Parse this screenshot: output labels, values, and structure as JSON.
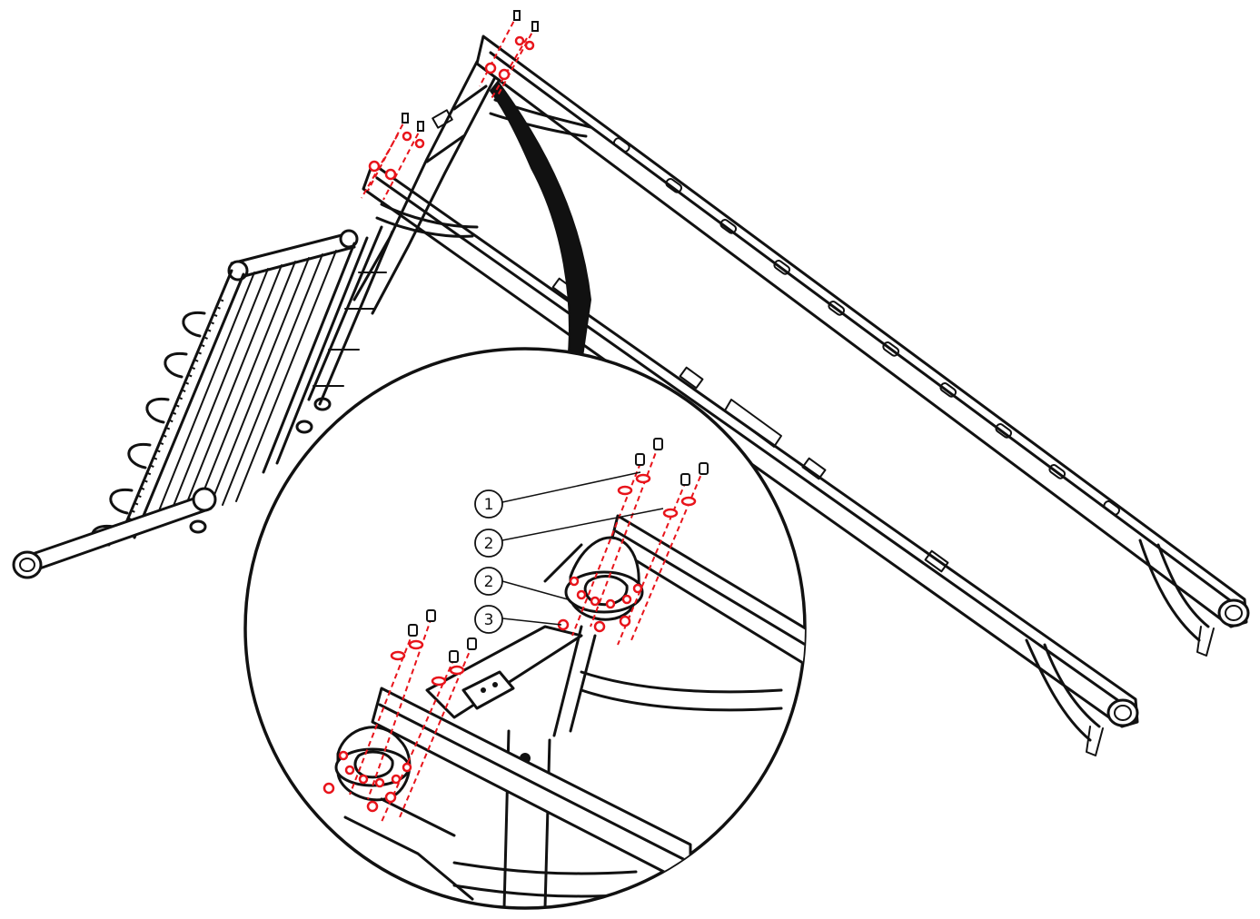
{
  "callouts": [
    {
      "id": "1",
      "label": "1"
    },
    {
      "id": "2a",
      "label": "2"
    },
    {
      "id": "2b",
      "label": "2"
    },
    {
      "id": "3",
      "label": "3"
    }
  ]
}
